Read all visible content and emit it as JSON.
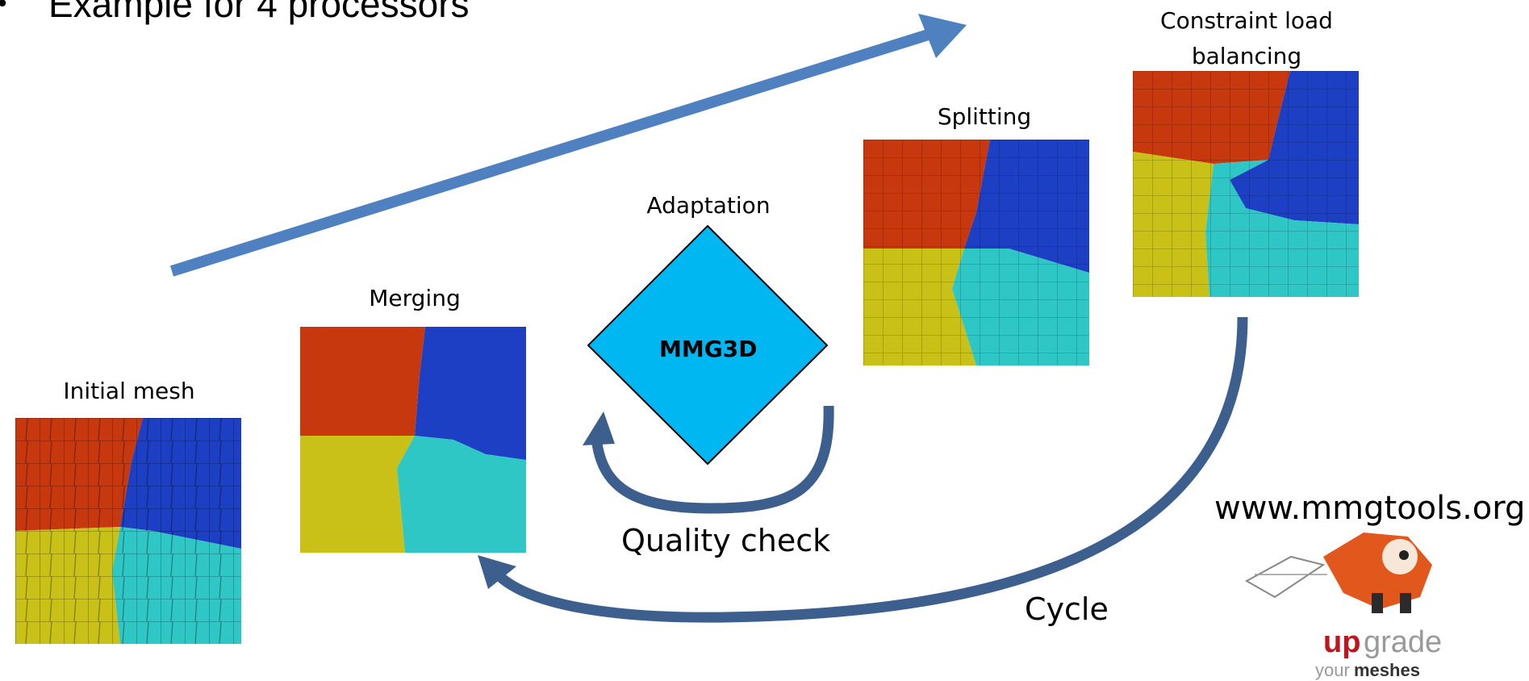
{
  "header": {
    "bullet": "•",
    "title": "Example for 4 processors"
  },
  "stages": {
    "initial": "Initial mesh",
    "merging": "Merging",
    "adaptation": "Adaptation",
    "adaptation_tool": "MMG3D",
    "splitting": "Splitting",
    "constraint_line1": "Constraint load",
    "constraint_line2": "balancing"
  },
  "arrows": {
    "quality": "Quality check",
    "cycle": "Cycle"
  },
  "branding": {
    "url": "www.mmgtools.org",
    "logo_word1": "upgrade",
    "logo_word2a": "your",
    "logo_word2b": "meshes"
  },
  "colors": {
    "red": "#c8380f",
    "blue": "#1c3fc3",
    "yellow": "#c9c118",
    "cyan": "#2ec7c6",
    "diamond": "#00b7f2",
    "arrow_light": "#4f80bf",
    "arrow_dark": "#3c5f8e"
  }
}
